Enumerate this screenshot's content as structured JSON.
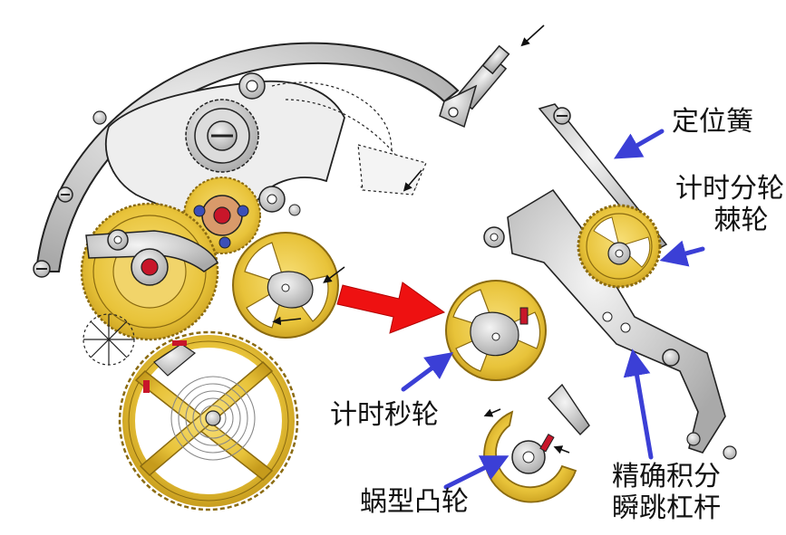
{
  "labels": {
    "positioning_spring": "定位簧",
    "minute_wheel_line1": "计时分轮",
    "minute_wheel_line2": "棘轮",
    "seconds_wheel": "计时秒轮",
    "snail_cam": "蜗型凸轮",
    "lever_line1": "精确积分",
    "lever_line2": "瞬跳杠杆"
  },
  "colors": {
    "gold": "#e8c33a",
    "gold_dark": "#b58a12",
    "steel": "#c9c9c9",
    "steel_dark": "#777777",
    "ruby": "#c8162a",
    "pointer_arrow": "#3b3fd6",
    "transfer_arrow": "#ee1111",
    "outline": "#222222"
  }
}
